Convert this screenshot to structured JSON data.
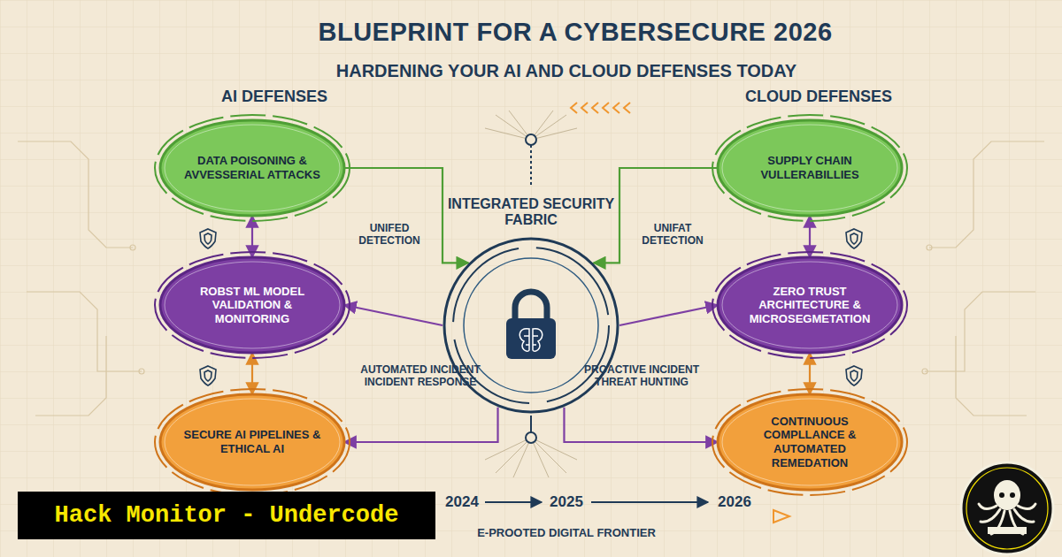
{
  "diagram": {
    "title": "BLUEPRINT FOR A CYBERSECURE 2026",
    "nodes": [
      {
        "text": [
          "DATA POISONING & AVVESSERIAL ATTACKS"
        ]
      },
      {
        "text": [
          "ROBST ML MODEL VALIDATION & MONITORING"
        ]
      },
      {
        "text": [
          "SECURE AI PIPELINES & ETHICAL AI"
        ]
      },
      {
        "text": [
          "INTEGRATED SECURITY FABRIC"
        ]
      },
      {
        "text": [
          "SUPPLY CHAIN VULLERABILLIES"
        ]
      },
      {
        "text": [
          "ZERO TRUST ARCHITECTURE & MICROSEGMETATION"
        ]
      },
      {
        "text": [
          "CONTINUOUS COMPLLANCE & AUTOMATED REMEDATION"
        ]
      }
    ],
    "edges": [
      {
        "from": 0,
        "to": 3,
        "arrow": "to"
      },
      {
        "from": 4,
        "to": 3,
        "arrow": "to"
      },
      {
        "from": 0,
        "to": 1,
        "arrow": "both"
      },
      {
        "from": 1,
        "to": 2,
        "arrow": "both"
      },
      {
        "from": 4,
        "to": 5,
        "arrow": "both"
      },
      {
        "from": 5,
        "to": 6,
        "arrow": "both"
      },
      {
        "from": 3,
        "to": 1,
        "arrow": "to"
      },
      {
        "from": 3,
        "to": 5,
        "arrow": "to"
      },
      {
        "from": 3,
        "to": 2,
        "arrow": "to"
      },
      {
        "from": 3,
        "to": 6,
        "arrow": "to"
      }
    ],
    "labels": [
      "HARDENING YOUR AI AND CLOUD DEFENSES TODAY",
      "AI DEFENSES",
      "CLOUD DEFENSES",
      "UNIFED DETECTION",
      "UNIFAT DETECTION",
      "AUTOMATED INCIDENT INCIDENT RESPONSE",
      "PROACTIVE INCIDENT THREAT HUNTING",
      "2024",
      "2025",
      "2026",
      "E-PROOTED DIGITAL FRONTIER",
      "Hack Monitor - Undercode"
    ]
  }
}
